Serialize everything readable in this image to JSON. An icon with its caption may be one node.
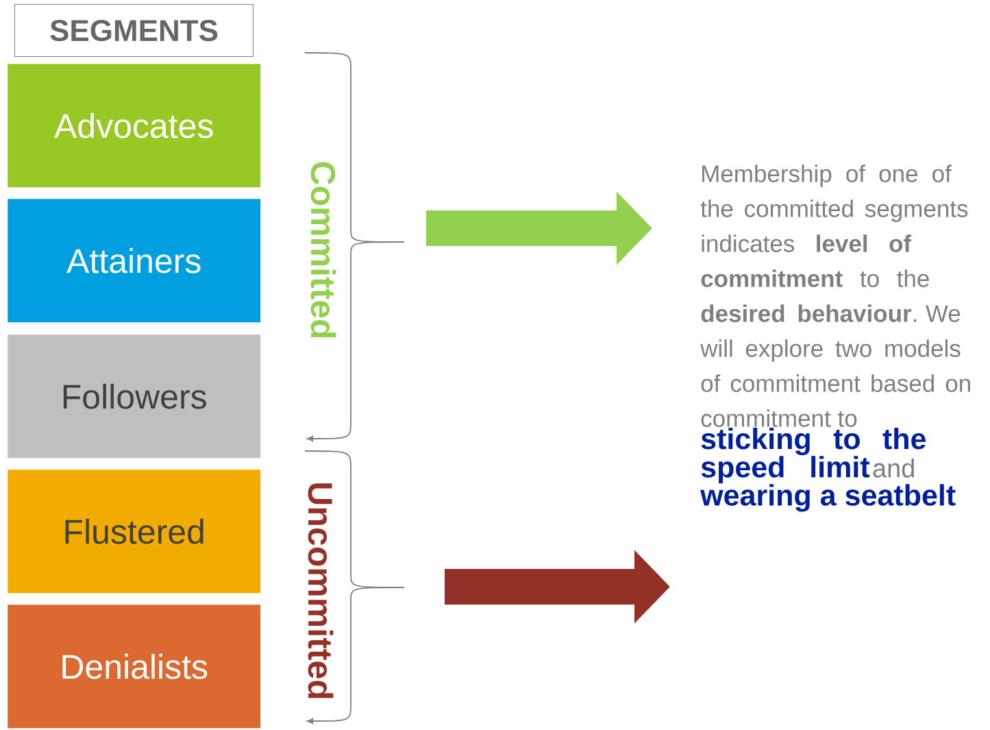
{
  "diagram": {
    "nodes": [
      {
        "text": [
          "SEGMENTS"
        ]
      },
      {
        "text": [
          "Advocates"
        ]
      },
      {
        "text": [
          "Attainers"
        ]
      },
      {
        "text": [
          "Followers"
        ]
      },
      {
        "text": [
          "Flustered"
        ]
      },
      {
        "text": [
          "Denialists"
        ]
      },
      {
        "text": [
          "Membership of one of the committed segments indicates **level of commitment** to the **desired behaviour**.  We will explore two models of commitment based on commitment to",
          "sticking to the speed limit",
          "and",
          "wearing a seatbelt"
        ]
      }
    ],
    "edges": [
      {
        "from": null,
        "to": 6,
        "arrow": "to",
        "color": "#92d050"
      },
      {
        "from": null,
        "to": 6,
        "arrow": "to",
        "color": "#943126"
      }
    ],
    "labels": [
      "Committed",
      "Uncommitted"
    ]
  }
}
